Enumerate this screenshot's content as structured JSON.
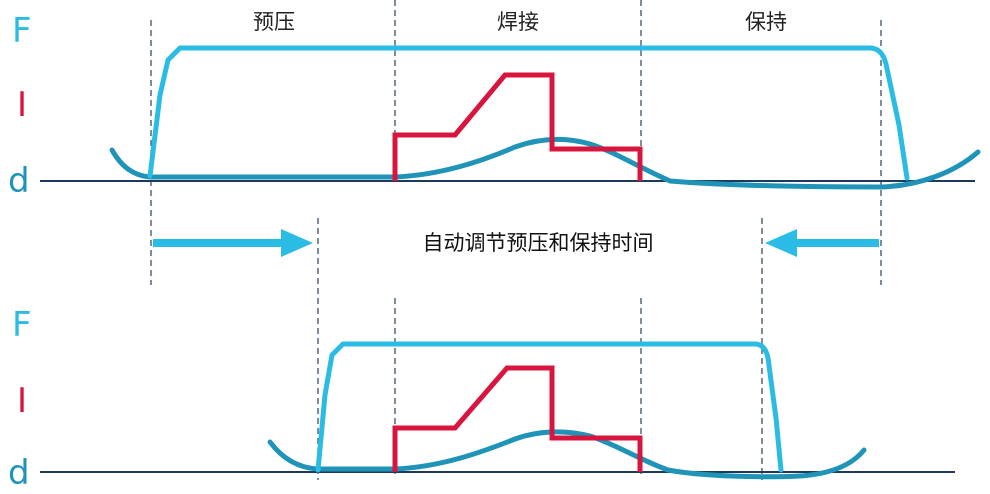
{
  "colors": {
    "force": "#2bbce6",
    "current": "#d8153e",
    "displacement": "#1f94b8",
    "baseline": "#1d3a5c",
    "guide": "#3b4f6b",
    "arrow": "#2bbce6"
  },
  "top_panel": {
    "axis_labels": {
      "force": "F",
      "current": "I",
      "displacement": "d"
    },
    "phases": {
      "pre_press": "预压",
      "weld": "焊接",
      "hold": "保持"
    }
  },
  "caption": "自动调节预压和保持时间",
  "bottom_panel": {
    "axis_labels": {
      "force": "F",
      "current": "I",
      "displacement": "d"
    }
  }
}
